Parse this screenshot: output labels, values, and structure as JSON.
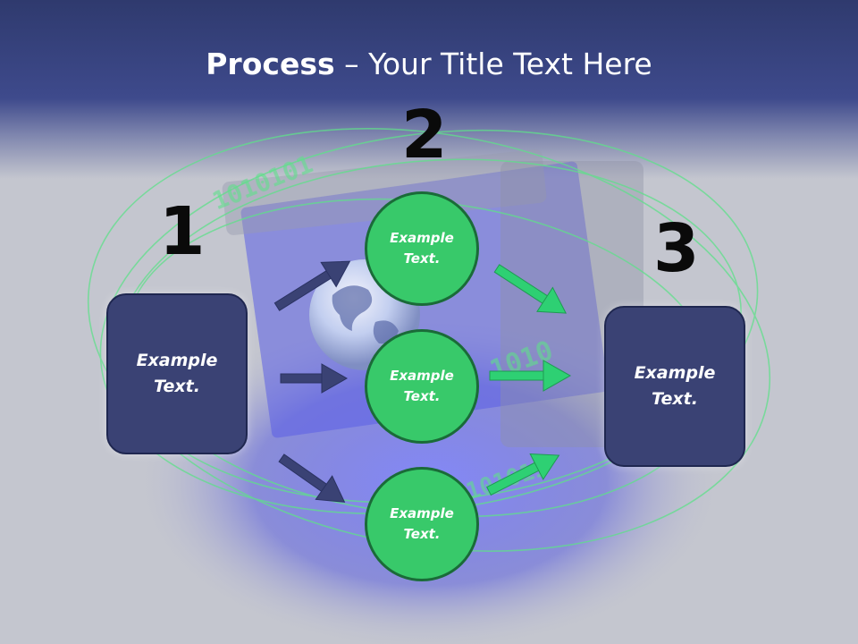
{
  "title": {
    "bold": "Process",
    "rest": " – Your Title Text Here"
  },
  "steps": [
    {
      "number": "1",
      "box_text": "Example Text."
    },
    {
      "number": "2",
      "circles": [
        "Example Text.",
        "Example Text.",
        "Example Text."
      ]
    },
    {
      "number": "3",
      "box_text": "Example Text."
    }
  ],
  "background_digits": [
    "1010101",
    "1010",
    "1101011"
  ],
  "colors": {
    "header": "#3e4a8c",
    "box_fill": "#3a4274",
    "circle_fill": "#38c96a",
    "arrow_dark": "#3a4274",
    "arrow_green": "#2ed073",
    "digits": "#5fe08a"
  }
}
